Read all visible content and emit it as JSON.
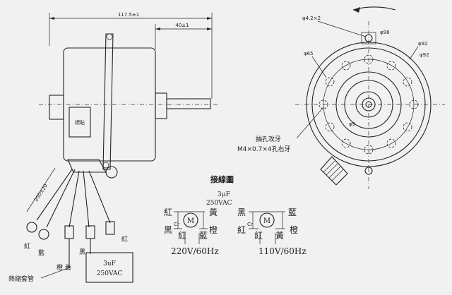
{
  "dimensions": {
    "overall_length": "117.5±1",
    "shaft_length": "40±1",
    "lead_length": "200±20",
    "mount_hole": "φ4.2×2",
    "bolt_circle_98": "φ98",
    "bolt_circle_92": "φ92",
    "bolt_circle_65": "φ65",
    "shaft_dia": "φ9"
  },
  "motor_label": "標貼",
  "thread_note": {
    "line1": "抽孔攻牙",
    "line2": "M4×0.7×4孔右牙"
  },
  "wiring": {
    "title": "接線圖",
    "capacitor_value": "3μF",
    "capacitor_voltage": "250VAC",
    "cap_label": "Cr",
    "motor_symbol": "M",
    "diagram_220": {
      "left_top": "紅",
      "left_bottom": "黑",
      "right_top": "黃",
      "right_bottom": "橙",
      "under_left": "紅",
      "under_right": "藍",
      "voltage": "220V/60Hz"
    },
    "diagram_110": {
      "left_top": "黑",
      "left_bottom": "紅",
      "right_top": "藍",
      "right_bottom": "橙",
      "under_left": "紅",
      "under_right": "黃",
      "voltage": "110V/60Hz"
    }
  },
  "wire_labels": {
    "red_left": "紅",
    "blue": "藍",
    "black": "黑",
    "red_right": "紅",
    "orange_yellow": "橙  黃",
    "heat_sleeve": "熱縮套管"
  },
  "capacitor_box": {
    "value": "3uF",
    "voltage": "250VAC"
  }
}
